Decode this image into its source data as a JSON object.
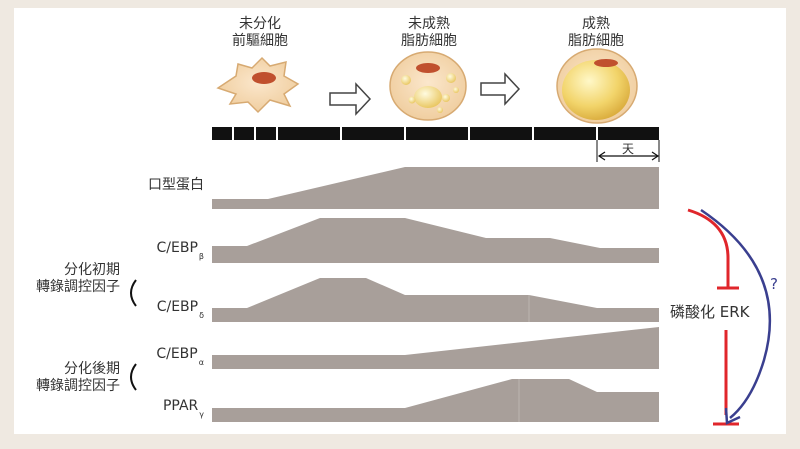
{
  "stages": [
    {
      "label_line1": "未分化",
      "label_line2": "前驅細胞"
    },
    {
      "label_line1": "未成熟",
      "label_line2": "脂肪細胞"
    },
    {
      "label_line1": "成熟",
      "label_line2": "脂肪細胞"
    }
  ],
  "timeline": {
    "scale_label": "天"
  },
  "tracks": {
    "protein": "口型蛋白",
    "cebpb": {
      "base": "C/EBP",
      "sub": "β"
    },
    "cebpd": {
      "base": "C/EBP",
      "sub": "δ"
    },
    "cebpa": {
      "base": "C/EBP",
      "sub": "α"
    },
    "pparg": {
      "base": "PPAR",
      "sub": "γ"
    }
  },
  "groups": {
    "early_line1": "分化初期",
    "early_line2": "轉錄調控因子",
    "late_line1": "分化後期",
    "late_line2": "轉錄調控因子"
  },
  "erk": {
    "label": "磷酸化 ERK",
    "question": "?"
  },
  "colors": {
    "track_fill": "#a89f9a",
    "timeline": "#111111",
    "inhibit_arrow": "#e0262b",
    "question_arrow": "#3a3f8f",
    "cell_membrane": "#e3bd8a",
    "nucleus": "#c0502e",
    "lipid": "#f0d060"
  }
}
